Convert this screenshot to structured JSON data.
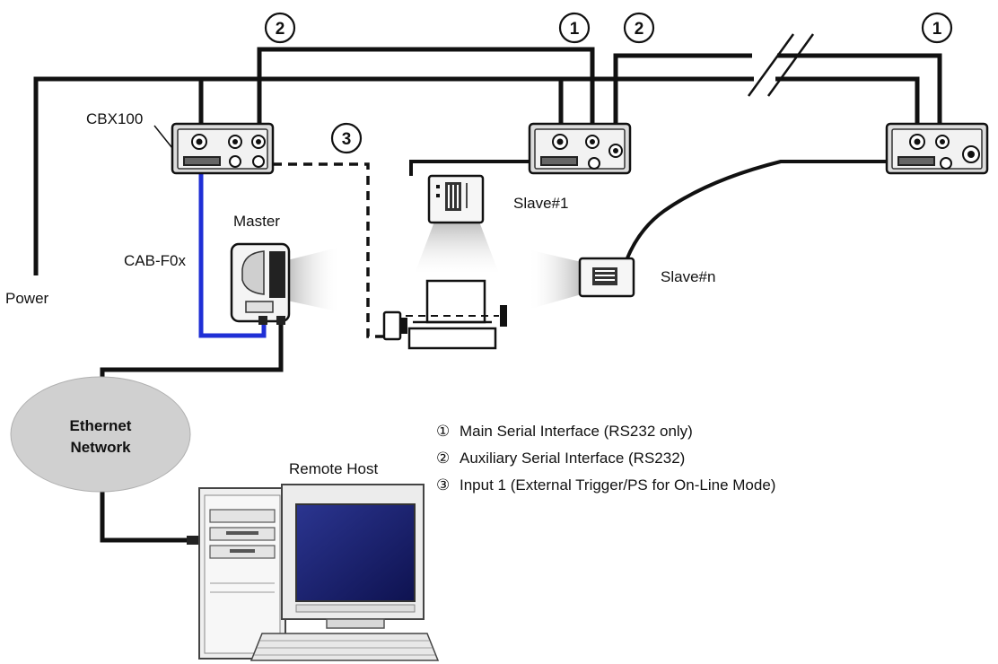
{
  "labels": {
    "cbx": "CBX100",
    "master": "Master",
    "cab": "CAB-F0x",
    "power": "Power",
    "slave1": "Slave#1",
    "slaven": "Slave#n",
    "ethernet_line1": "Ethernet",
    "ethernet_line2": "Network",
    "remote_host": "Remote Host"
  },
  "callouts": {
    "one": "1",
    "two": "2",
    "three": "3"
  },
  "legend": [
    {
      "symbol": "①",
      "text": "Main Serial Interface (RS232 only)"
    },
    {
      "symbol": "②",
      "text": "Auxiliary Serial Interface (RS232)"
    },
    {
      "symbol": "③",
      "text": "Input 1 (External Trigger/PS for On-Line Mode)"
    }
  ],
  "colors": {
    "cable": "#111111",
    "master_cable": "#1f2fd6",
    "ethernet_fill": "#d0d0d0",
    "screen": "#1a237e",
    "light": "#d8d8d8"
  }
}
